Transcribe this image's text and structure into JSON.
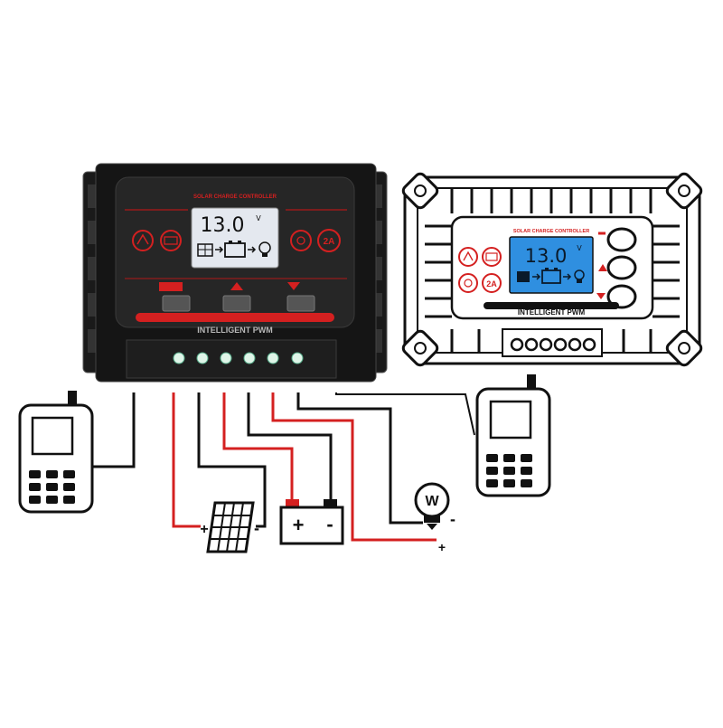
{
  "controller_left": {
    "header": "SOLAR CHARGE CONTROLLER",
    "voltage": "13.0",
    "unit": "V",
    "rating": "2A",
    "footer": "INTELLIGENT PWM"
  },
  "controller_right": {
    "header": "SOLAR CHARGE CONTROLLER",
    "voltage": "13.0",
    "unit": "V",
    "rating": "2A",
    "footer": "INTELLIGENT PWM"
  },
  "symbols": {
    "plus": "+",
    "minus": "-",
    "lamp": "W"
  },
  "colors": {
    "body": "#111111",
    "accent_red": "#d42020",
    "lcd_left": "#e4e8ef",
    "lcd_right": "#2f8fe0",
    "wire_black": "#111111",
    "wire_red": "#d42020"
  },
  "icons": [
    "battery-icon",
    "solar-panel-icon",
    "light-bulb-icon",
    "phone-icon",
    "charge-indicator-icon"
  ]
}
